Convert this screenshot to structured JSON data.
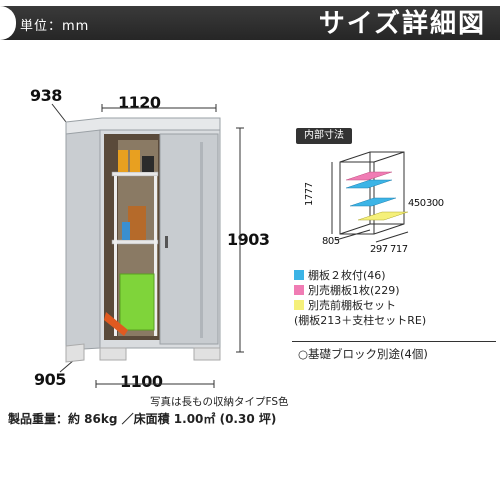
{
  "header": {
    "unit": "単位：mm",
    "title": "サイズ詳細図"
  },
  "dimensions": {
    "top_depth": "938",
    "top_width": "1120",
    "height": "1903",
    "bottom_depth": "905",
    "bottom_width": "1100"
  },
  "inner_dimensions": {
    "label": "内部寸法",
    "height": "1777",
    "depth": "805",
    "shelf_width_a": "297",
    "shelf_width_b": "717",
    "shelf_height_a": "450",
    "shelf_height_b": "300"
  },
  "legend": [
    {
      "text": "棚板２枚付(46)",
      "color": "#3cb4e6"
    },
    {
      "text": "別売棚板1枚(229)",
      "color": "#f07cb4"
    },
    {
      "text": "別売前棚板セット",
      "color": "#f5f07a"
    }
  ],
  "legend_sub": "(棚板213＋支柱セットRE)",
  "foundation_note": "○基礎ブロック別途(4個)",
  "photo_note": "写真は長もの収納タイプFS色",
  "spec": "製品重量：約 86kg ／床面積 1.00㎡ (0.30 坪)",
  "colors": {
    "header_bg": "#2b2b2b",
    "cabinet": "#d7dadd",
    "door": "#c8ccd0"
  }
}
